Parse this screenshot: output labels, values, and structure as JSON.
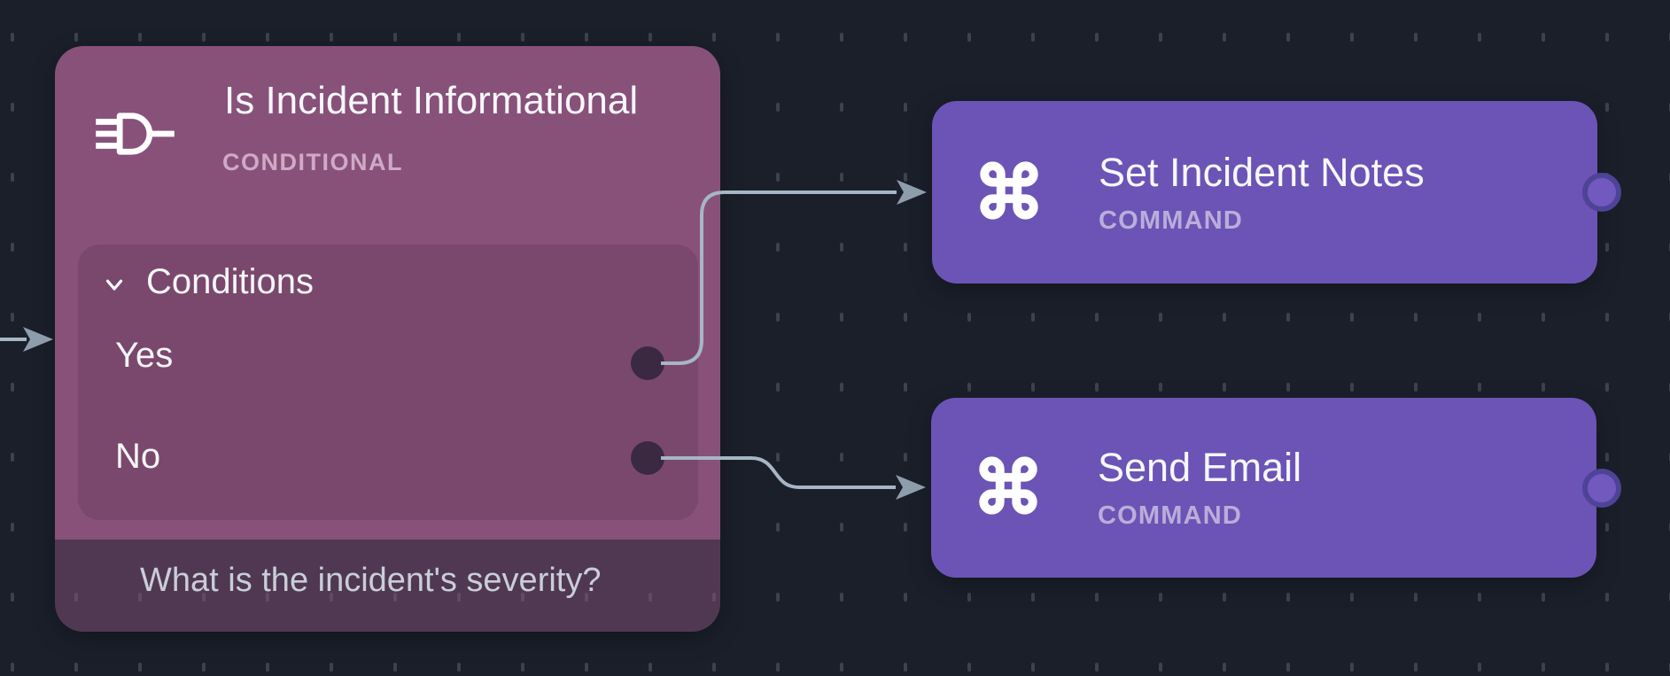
{
  "canvas": {
    "background_color": "#1a1f2a",
    "grid_dash_color": "#4a4f58",
    "connector_color": "#a6b6c4"
  },
  "nodes": {
    "conditional": {
      "title": "Is Incident Informational",
      "type_label": "CONDITIONAL",
      "icon": "logic-gate-icon",
      "section": {
        "label": "Conditions",
        "state": "expanded",
        "icon": "chevron-down-icon"
      },
      "conditions": [
        {
          "label": "Yes"
        },
        {
          "label": "No"
        }
      ],
      "question": "What is the incident's severity?",
      "colors": {
        "background": "#88517a",
        "type_text": "#cfa9c6",
        "question_text": "#c9ced8",
        "port_dot": "#3b2942"
      }
    },
    "commands": [
      {
        "title": "Set Incident Notes",
        "type_label": "COMMAND",
        "icon": "command-icon"
      },
      {
        "title": "Send Email",
        "type_label": "COMMAND",
        "icon": "command-icon"
      }
    ],
    "command_colors": {
      "background": "#6b54b6",
      "type_text": "#b9aed9",
      "port_fill": "#7159bf",
      "port_ring": "#4e4397"
    }
  },
  "connections": [
    {
      "from": "canvas-left-edge",
      "to": "Is Incident Informational"
    },
    {
      "from": "Yes",
      "to": "Set Incident Notes"
    },
    {
      "from": "No",
      "to": "Send Email"
    }
  ]
}
